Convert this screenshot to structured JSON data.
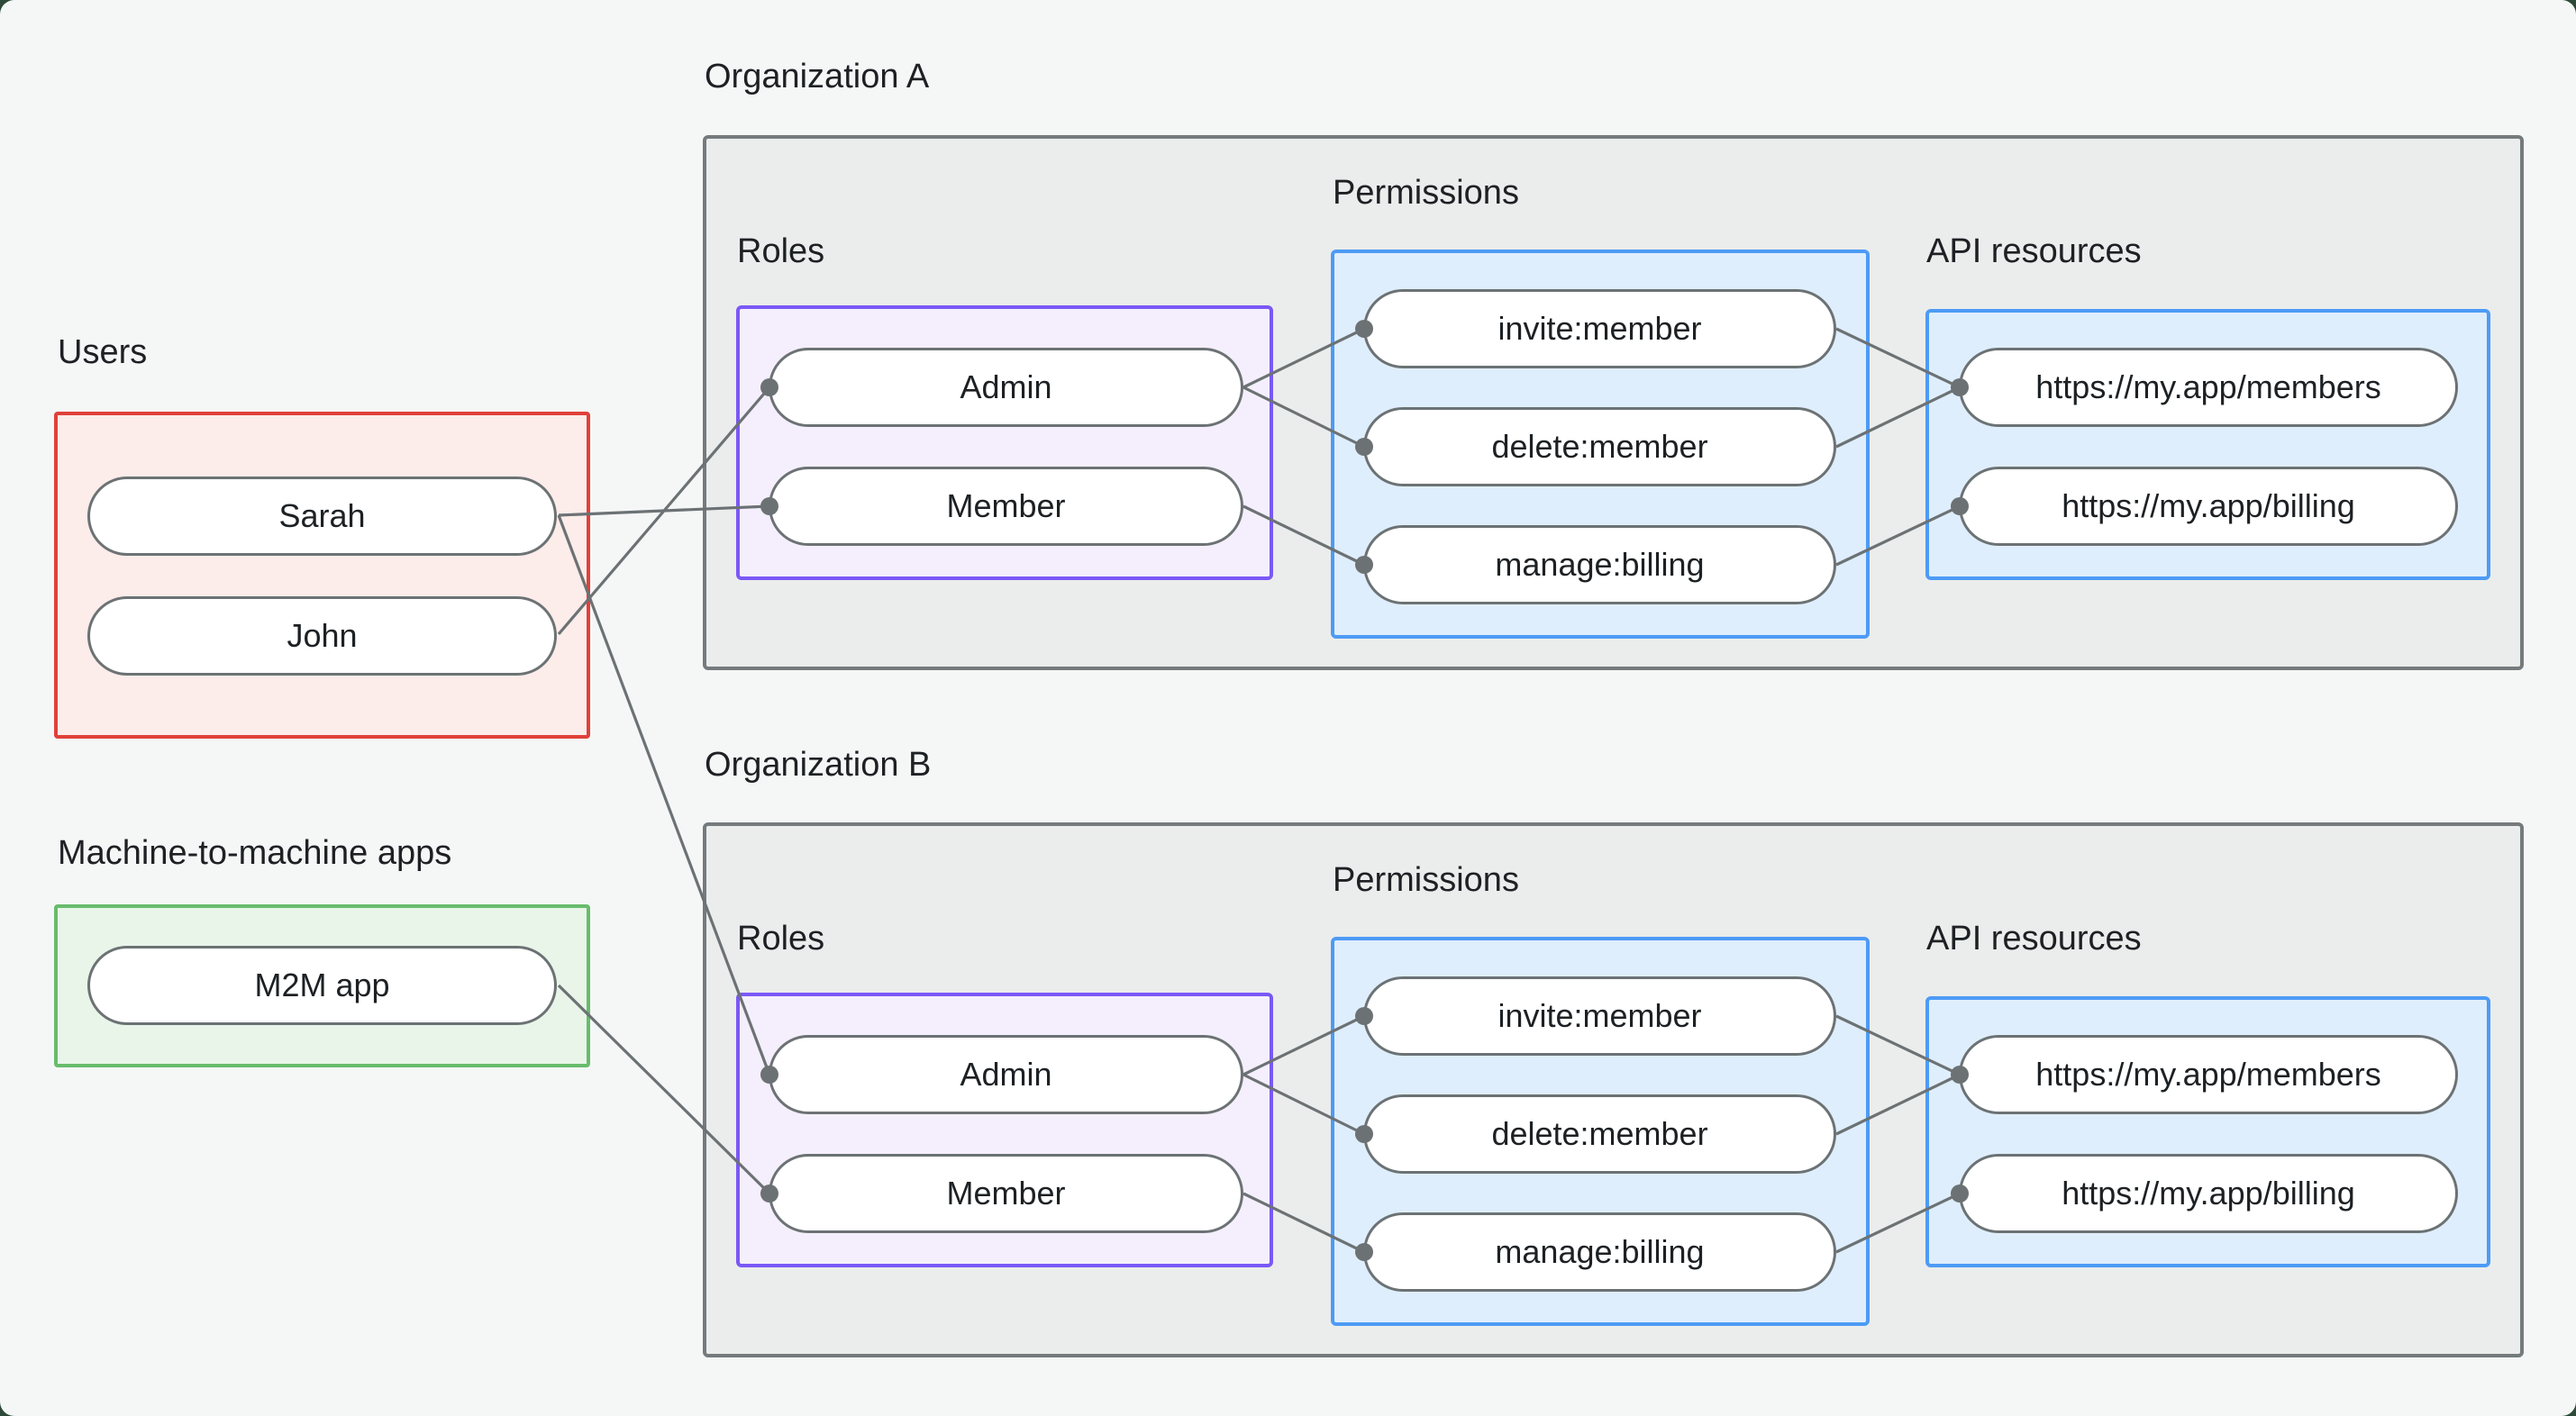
{
  "page": {
    "background": "#f5f7f6",
    "frame_background": "#2c4a37"
  },
  "palette": {
    "users_border": "#e0413a",
    "users_fill": "#fcecea",
    "m2m_border": "#68bc6c",
    "m2m_fill": "#e9f5e9",
    "org_border": "#757b7d",
    "org_fill": "#ebedec",
    "roles_border": "#7a58f6",
    "roles_fill": "#f5effd",
    "blue_border": "#4d9bf5",
    "blue_fill": "#dfeefd",
    "node_border": "#6c7274",
    "edge_color": "#6c7274",
    "text_color": "#1d2124"
  },
  "users_group": {
    "label": "Users",
    "nodes": [
      {
        "label": "Sarah"
      },
      {
        "label": "John"
      }
    ]
  },
  "m2m_group": {
    "label": "Machine-to-machine apps",
    "nodes": [
      {
        "label": "M2M app"
      }
    ]
  },
  "orgs": [
    {
      "label": "Organization A",
      "roles": {
        "label": "Roles",
        "nodes": [
          {
            "label": "Admin"
          },
          {
            "label": "Member"
          }
        ]
      },
      "permissions": {
        "label": "Permissions",
        "nodes": [
          {
            "label": "invite:member"
          },
          {
            "label": "delete:member"
          },
          {
            "label": "manage:billing"
          }
        ]
      },
      "api_resources": {
        "label": "API resources",
        "nodes": [
          {
            "label": "https://my.app/members"
          },
          {
            "label": "https://my.app/billing"
          }
        ]
      }
    },
    {
      "label": "Organization B",
      "roles": {
        "label": "Roles",
        "nodes": [
          {
            "label": "Admin"
          },
          {
            "label": "Member"
          }
        ]
      },
      "permissions": {
        "label": "Permissions",
        "nodes": [
          {
            "label": "invite:member"
          },
          {
            "label": "delete:member"
          },
          {
            "label": "manage:billing"
          }
        ]
      },
      "api_resources": {
        "label": "API resources",
        "nodes": [
          {
            "label": "https://my.app/members"
          },
          {
            "label": "https://my.app/billing"
          }
        ]
      }
    }
  ],
  "connections": [
    {
      "from": "Sarah",
      "to": "Organization A / Member"
    },
    {
      "from": "John",
      "to": "Organization A / Admin"
    },
    {
      "from": "Sarah",
      "to": "Organization B / Admin"
    },
    {
      "from": "M2M app",
      "to": "Organization B / Member"
    },
    {
      "from": "Organization A / Admin",
      "to": "Organization A / invite:member"
    },
    {
      "from": "Organization A / Admin",
      "to": "Organization A / delete:member"
    },
    {
      "from": "Organization A / Member",
      "to": "Organization A / manage:billing"
    },
    {
      "from": "Organization A / invite:member",
      "to": "Organization A / https://my.app/members"
    },
    {
      "from": "Organization A / delete:member",
      "to": "Organization A / https://my.app/members"
    },
    {
      "from": "Organization A / manage:billing",
      "to": "Organization A / https://my.app/billing"
    },
    {
      "from": "Organization B / Admin",
      "to": "Organization B / invite:member"
    },
    {
      "from": "Organization B / Admin",
      "to": "Organization B / delete:member"
    },
    {
      "from": "Organization B / Member",
      "to": "Organization B / manage:billing"
    },
    {
      "from": "Organization B / invite:member",
      "to": "Organization B / https://my.app/members"
    },
    {
      "from": "Organization B / delete:member",
      "to": "Organization B / https://my.app/members"
    },
    {
      "from": "Organization B / manage:billing",
      "to": "Organization B / https://my.app/billing"
    }
  ]
}
